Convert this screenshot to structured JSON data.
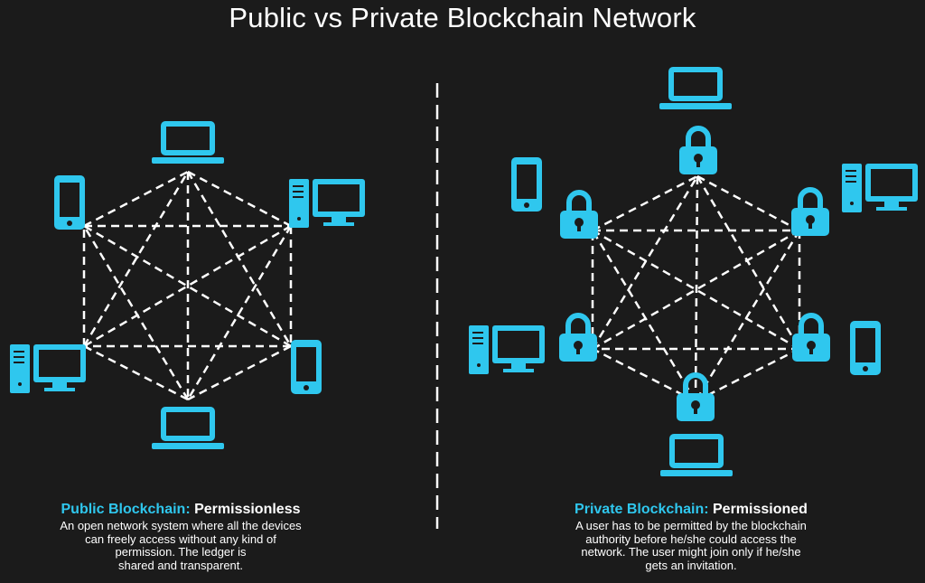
{
  "title": "Public vs Private Blockchain Network",
  "colors": {
    "accent": "#2fc7ee",
    "background": "#1b1b1b",
    "line": "#ffffff"
  },
  "public": {
    "heading_accent": "Public Blockchain:",
    "heading_strong": "Permissionless",
    "lines": [
      "An open network system where all the devices",
      "can freely access without any kind of",
      "permission. The ledger is",
      "shared and transparent."
    ],
    "nodes": [
      {
        "name": "laptop-top",
        "icon": "laptop-icon"
      },
      {
        "name": "desktop-right-top",
        "icon": "desktop-icon"
      },
      {
        "name": "phone-right-bottom",
        "icon": "phone-icon"
      },
      {
        "name": "laptop-bottom",
        "icon": "laptop-icon"
      },
      {
        "name": "desktop-left-bottom",
        "icon": "desktop-icon"
      },
      {
        "name": "phone-left-top",
        "icon": "phone-icon"
      }
    ]
  },
  "private": {
    "heading_accent": "Private Blockchain:",
    "heading_strong": "Permissioned",
    "lines": [
      "A user has to be permitted by the blockchain",
      "authority before he/she could access the",
      "network. The user might join only if he/she",
      "gets an invitation."
    ],
    "nodes": [
      {
        "name": "laptop-top",
        "icon": "laptop-icon"
      },
      {
        "name": "desktop-right-top",
        "icon": "desktop-icon"
      },
      {
        "name": "phone-right-bottom",
        "icon": "phone-icon"
      },
      {
        "name": "laptop-bottom",
        "icon": "laptop-icon"
      },
      {
        "name": "desktop-left-bottom",
        "icon": "desktop-icon"
      },
      {
        "name": "phone-left-top",
        "icon": "phone-icon"
      }
    ],
    "locks": 6
  }
}
